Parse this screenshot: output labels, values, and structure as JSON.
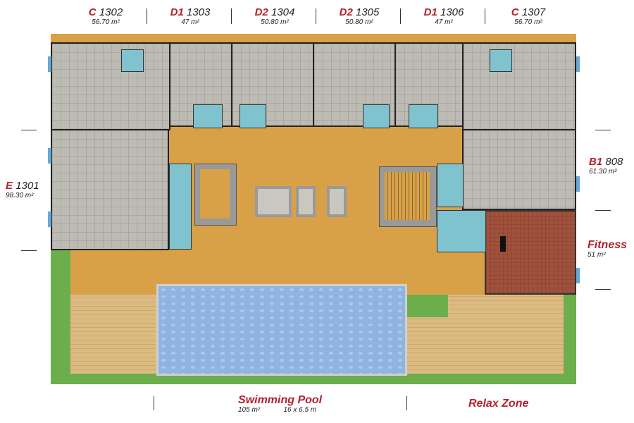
{
  "units_top": [
    {
      "type": "C",
      "number": "1302",
      "area": "56.70 m²"
    },
    {
      "type": "D1",
      "number": "1303",
      "area": "47 m²"
    },
    {
      "type": "D2",
      "number": "1304",
      "area": "50.80 m²"
    },
    {
      "type": "D2",
      "number": "1305",
      "area": "50.80 m²"
    },
    {
      "type": "D1",
      "number": "1306",
      "area": "47 m²"
    },
    {
      "type": "C",
      "number": "1307",
      "area": "56.70 m²"
    }
  ],
  "unit_left": {
    "type": "E",
    "number": "1301",
    "area": "98.30 m²"
  },
  "unit_right": {
    "type": "B1",
    "number": "808",
    "area": "61.30 m²"
  },
  "fitness": {
    "name": "Fitness",
    "area": "51 m²"
  },
  "pool": {
    "name": "Swimming Pool",
    "area": "105 m²",
    "size": "16 x 6.5 m"
  },
  "relax": {
    "name": "Relax Zone"
  },
  "colors": {
    "accent": "#b5212a",
    "corridor": "#d8a148",
    "pool": "#8fb4e0",
    "garden": "#6cae4c",
    "fitness": "#a0523d"
  }
}
